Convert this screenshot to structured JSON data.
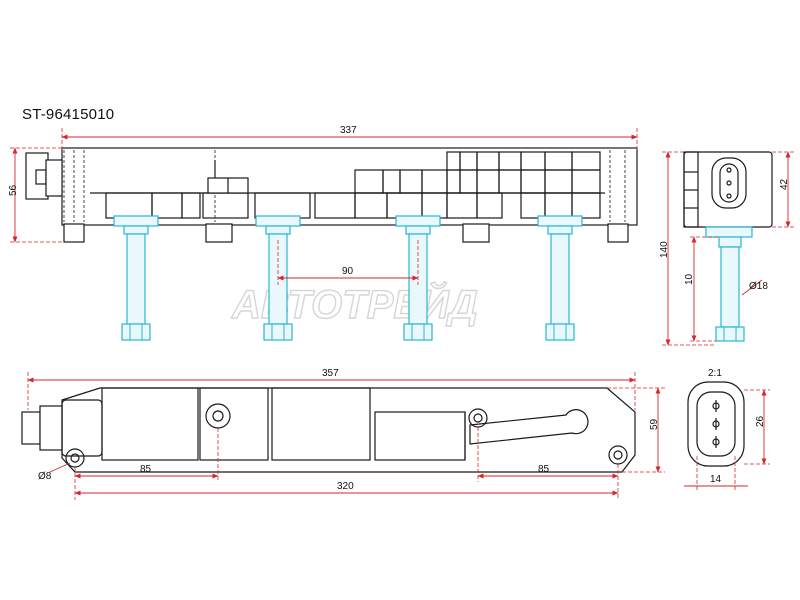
{
  "part_number": "ST-96415010",
  "watermark": "АВТОТРЕЙД",
  "dimensions": {
    "overall_length_top": "337",
    "height_left": "56",
    "pitch": "90",
    "side_height": "42",
    "total_height": "140",
    "boot_length": "10",
    "boot_diameter": "Ø18",
    "overall_length_bottom": "357",
    "depth": "59",
    "hole_diameter": "Ø8",
    "offset_left": "85",
    "offset_right": "85",
    "mount_spacing": "320",
    "scale": "2:1",
    "connector_height": "26",
    "connector_width": "14"
  },
  "colors": {
    "dimension": "#d9262c",
    "boot": "#29b6d6",
    "outline": "#1a1a1a"
  }
}
